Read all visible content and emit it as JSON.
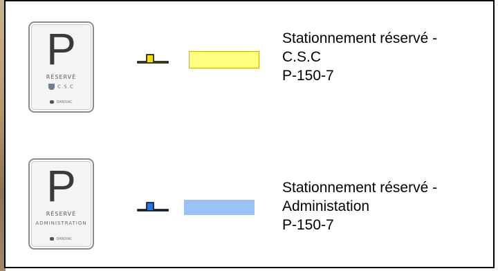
{
  "legend": {
    "entries": [
      {
        "sign": {
          "letter": "P",
          "reserved_text": "RÉSERVÉ",
          "sub_text": "C.S.C",
          "footer_text": "DANDIAC",
          "crest_icon": "crest-icon"
        },
        "symbol_color": "#f5e100",
        "symbol_outline": "#000000",
        "swatch_color": "#ffff80",
        "swatch_border": "#c8b400",
        "label_line1": "Stationnement réservé -",
        "label_line2": "C.S.C",
        "label_line3": "P-150-7"
      },
      {
        "sign": {
          "letter": "P",
          "reserved_text": "RÉSERVÉ",
          "sub_text": "ADMINISTRATION",
          "footer_text": "DANDIAC"
        },
        "symbol_color": "#1e78e8",
        "symbol_outline": "#000000",
        "swatch_color": "#99c2f5",
        "swatch_border": "#99c2f5",
        "label_line1": "Stationnement réservé -",
        "label_line2": "Administation",
        "label_line3": "P-150-7"
      }
    ]
  }
}
